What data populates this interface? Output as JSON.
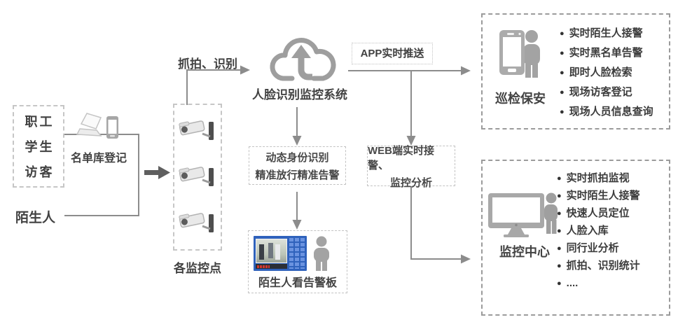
{
  "colors": {
    "connector_gray": "#8c8c8c",
    "bold_arrow_gray": "#5f5f5f",
    "icon_gray": "#a5a5a5",
    "inner_dash_border": "#c6c6c6",
    "panel_dash_border": "#9b9b9b",
    "text": "#404040",
    "board_blue": "#2f62bc",
    "board_cell_blue": "#6b93e0",
    "alarm_red": "#d4372c"
  },
  "sources": {
    "registered_group": [
      "职工",
      "学生",
      "访客"
    ],
    "registration_label": "名单库登记",
    "stranger_label": "陌生人"
  },
  "capture_points": {
    "label": "各监控点"
  },
  "flow": {
    "capture_recognize_label": "抓拍、识别",
    "cloud_label": "人脸识别监控系统",
    "app_push_label": "APP实时推送",
    "dynamic_id_box": {
      "line1": "动态身份识别",
      "line2": "精准放行精准告警"
    },
    "web_alert_box": {
      "line1": "WEB端实时接警、",
      "line2": "监控分析"
    },
    "alarm_board_label": "陌生人看告警板"
  },
  "patrol_security": {
    "title": "巡检保安",
    "items": [
      "实时陌生人接警",
      "实时黑名单告警",
      "即时人脸检索",
      "现场访客登记",
      "现场人员信息查询"
    ]
  },
  "monitoring_center": {
    "title": "监控中心",
    "items": [
      "实时抓拍监视",
      "实时陌生人接警",
      "快速人员定位",
      "人脸入库",
      "同行业分析",
      "抓拍、识别统计",
      "...."
    ]
  }
}
